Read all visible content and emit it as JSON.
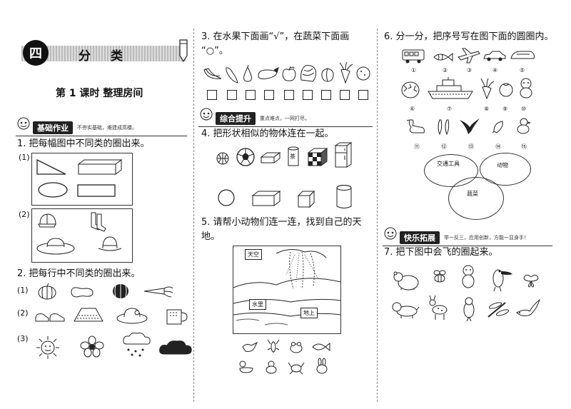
{
  "header": {
    "unit_number": "四",
    "unit_title": "分类",
    "lesson_title": "第 1 课时   整理房间"
  },
  "sections": {
    "basic": {
      "label": "基础作业",
      "note": "不夯实基础，难建成高楼。"
    },
    "improve": {
      "label": "综合提升",
      "note": "重点难点，一网打尽。"
    },
    "extend": {
      "label": "快乐拓展",
      "note": "举一反三，应用创新，方能一显身手！"
    }
  },
  "questions": {
    "q1": {
      "text": "1. 把每幅图中不同类的圈出来。",
      "parts": [
        "(1)",
        "(2)"
      ]
    },
    "q2": {
      "text": "2. 把每行中不同类的圈出来。",
      "parts": [
        "(1)",
        "(2)",
        "(3)"
      ]
    },
    "q3": {
      "text_line1": "3. 在水果下面画“√”，在蔬菜下面画",
      "text_line2": "“○”。"
    },
    "q4": {
      "text": "4. 把形状相似的物体连在一起。",
      "can_label": "茶"
    },
    "q5": {
      "text_line1": "5. 请帮小动物们连一连，找到自己的天",
      "text_line2": "地。",
      "labels": [
        "天空",
        "水里",
        "地上"
      ]
    },
    "q6": {
      "text": "6. 分一分，把序号写在图下面的圆圈内。",
      "numbers_row1": [
        "①",
        "②",
        "③",
        "④",
        "⑤"
      ],
      "numbers_row2": [
        "⑥",
        "⑦",
        "⑧",
        "⑨",
        "⑩"
      ],
      "numbers_row3": [
        "⑪",
        "⑫",
        "⑬",
        "⑭",
        "⑮"
      ],
      "circle_labels": [
        "交通工具",
        "动物",
        "蔬菜"
      ]
    },
    "q7": {
      "text": "7. 把下图中会飞的圈起来。"
    }
  }
}
